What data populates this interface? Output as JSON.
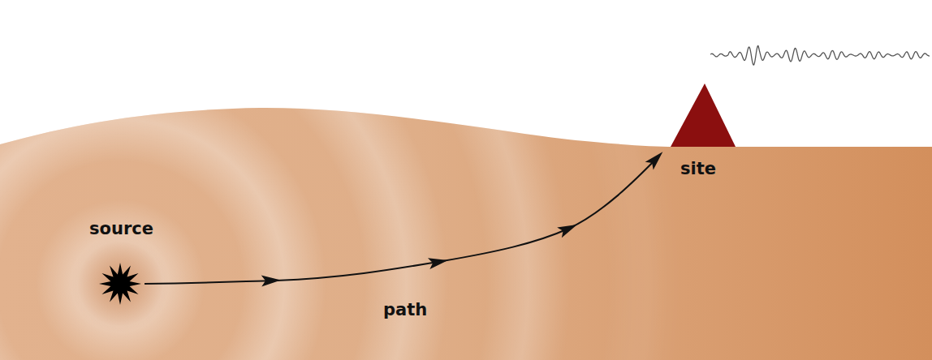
{
  "diagram": {
    "labels": [
      "source",
      "path",
      "site"
    ]
  }
}
